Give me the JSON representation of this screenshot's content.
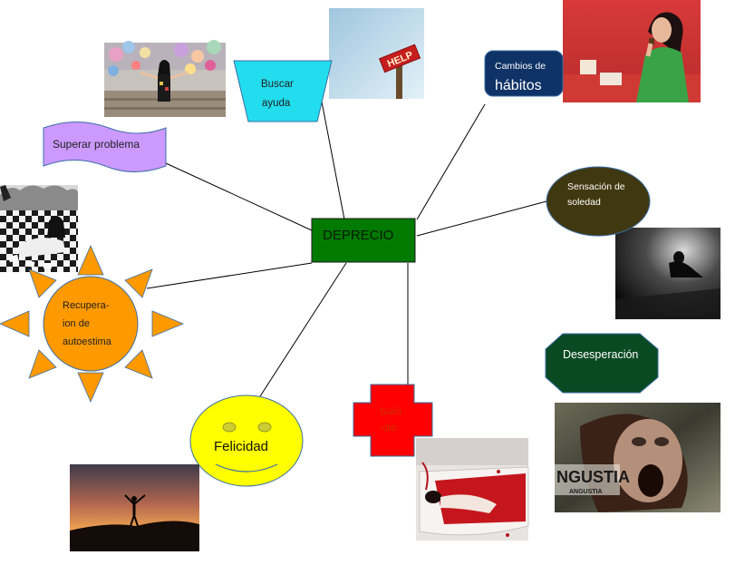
{
  "diagram": {
    "center": {
      "label": "DEPRECIO",
      "sublabel": "..."
    },
    "nodes": {
      "buscar_ayuda": {
        "line1": "Buscar",
        "line2": "ayuda",
        "shape": "trapezoid",
        "color": "#22ddee"
      },
      "cambios_habitos": {
        "line1": "Cambios de",
        "line2": "hábitos",
        "shape": "rounded-rectangle",
        "color": "#0f3366"
      },
      "superar_problema": {
        "label": "Superar problema",
        "shape": "wave-banner",
        "color": "#cc99ff"
      },
      "sensacion_soledad": {
        "line1": "Sensación de",
        "line2": "soledad",
        "shape": "ellipse",
        "color": "#403810"
      },
      "recuperacion": {
        "line1": "Recupera-",
        "line2": "ion de",
        "line3": "autoestima",
        "shape": "sun",
        "color": "#ff9900"
      },
      "desesperacion": {
        "label": "Desesperación",
        "shape": "octagon",
        "color": "#0a4a22"
      },
      "felicidad": {
        "label": "Felicidad",
        "shape": "smiley",
        "color": "#ffff00"
      },
      "suicidio": {
        "line1": "Suici",
        "line2": "-dio",
        "shape": "cross",
        "color": "#ff0000"
      }
    },
    "photos": {
      "help_sign": {
        "sign_text": "HELP"
      },
      "angustia": {
        "line1": "NGUSTIA",
        "line2": "ANGUSTIA"
      }
    }
  }
}
